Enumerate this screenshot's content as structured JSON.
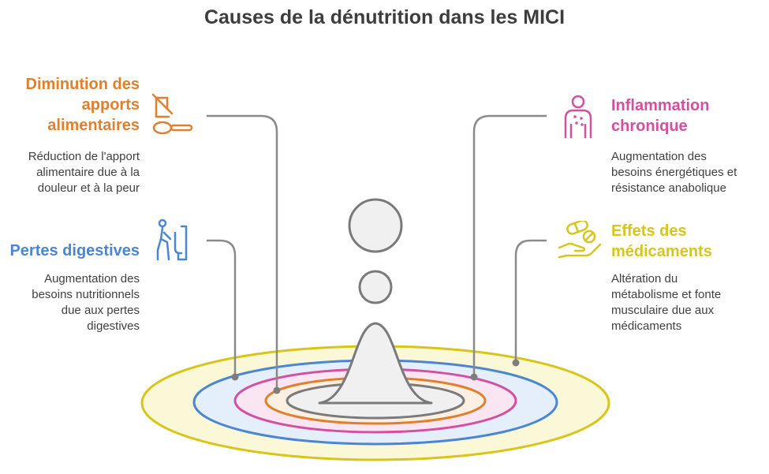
{
  "title": "Causes de la dénutrition dans les MICI",
  "colors": {
    "orange": "#e07f2c",
    "blue": "#4a86d1",
    "pink": "#d2509f",
    "yellow": "#d8c51c",
    "connector": "#7d7d7d",
    "sphere_fill": "#f0f0f0",
    "sphere_stroke": "#7a7a7a",
    "title": "#3d3d3d",
    "text": "#3f3f3f"
  },
  "items": [
    {
      "id": "diminution",
      "heading_lines": [
        "Diminution des",
        "apports",
        "alimentaires"
      ],
      "desc_lines": [
        "Réduction de l'apport",
        "alimentaire due à la",
        "douleur et à la peur"
      ],
      "color": "#e07f2c",
      "icon": "no-food-spoon-icon"
    },
    {
      "id": "pertes",
      "heading_lines": [
        "Pertes digestives"
      ],
      "desc_lines": [
        "Augmentation des",
        "besoins nutritionnels",
        "due aux pertes",
        "digestives"
      ],
      "color": "#4a86d1",
      "icon": "toilet-person-icon"
    },
    {
      "id": "inflammation",
      "heading_lines": [
        "Inflammation",
        "chronique"
      ],
      "desc_lines": [
        "Augmentation des",
        "besoins énergétiques et",
        "résistance anabolique"
      ],
      "color": "#d2509f",
      "icon": "inflamed-body-icon"
    },
    {
      "id": "medicaments",
      "heading_lines": [
        "Effets des",
        "médicaments"
      ],
      "desc_lines": [
        "Altération du",
        "métabolisme et fonte",
        "musculaire due aux",
        "médicaments"
      ],
      "color": "#d8c51c",
      "icon": "pills-hand-icon"
    }
  ]
}
